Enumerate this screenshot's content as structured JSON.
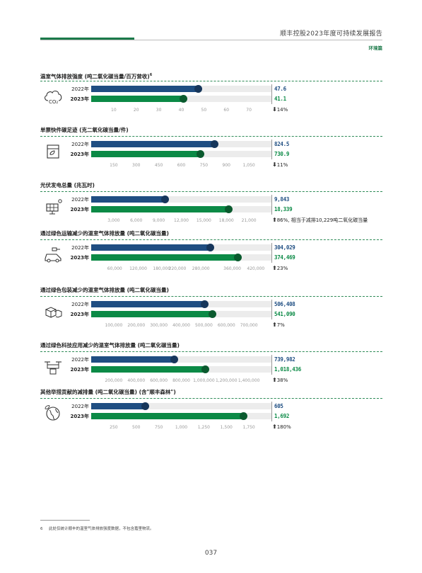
{
  "header": {
    "title": "顺丰控股2023年度可持续发展报告",
    "section": "环境篇"
  },
  "colors": {
    "bar_2022": "#1f4e82",
    "bar_2023": "#0b8a46",
    "accent": "#1c7a4a"
  },
  "chart_data": [
    {
      "type": "bar",
      "title": "温室气体排放强度 (吨二氧化碳当量/百万营收)",
      "title_sup": "6",
      "icon": "cloud-co2-icon",
      "categories": [
        "2022年",
        "2023年"
      ],
      "values": [
        47.6,
        41.1
      ],
      "value_labels": [
        "47.6",
        "41.1"
      ],
      "xlim": [
        0,
        80
      ],
      "ticks": [
        10,
        20,
        30,
        40,
        50,
        60,
        70
      ],
      "tick_labels": [
        "10",
        "20",
        "30",
        "40",
        "50",
        "60",
        "70"
      ],
      "change": "14%",
      "change_dir": "down"
    },
    {
      "type": "bar",
      "title": "单票快件碳足迹 (克二氧化碳当量/件)",
      "icon": "package-icon",
      "categories": [
        "2022年",
        "2023年"
      ],
      "values": [
        824.5,
        730.9
      ],
      "value_labels": [
        "824.5",
        "730.9"
      ],
      "xlim": [
        0,
        1200
      ],
      "ticks": [
        150,
        300,
        450,
        600,
        750,
        900,
        1050
      ],
      "tick_labels": [
        "150",
        "300",
        "450",
        "600",
        "750",
        "900",
        "1,050"
      ],
      "change": "11%",
      "change_dir": "down"
    },
    {
      "type": "bar",
      "title": "光伏发电总量 (兆瓦时)",
      "icon": "solar-panel-icon",
      "categories": [
        "2022年",
        "2023年"
      ],
      "values": [
        9843,
        18339
      ],
      "value_labels": [
        "9,843",
        "18,339"
      ],
      "xlim": [
        0,
        24000
      ],
      "ticks": [
        3000,
        6000,
        9000,
        12000,
        15000,
        18000,
        21000
      ],
      "tick_labels": [
        "3,000",
        "6,000",
        "9,000",
        "12,000",
        "15,000",
        "18,000",
        "21,000"
      ],
      "change": "86%, 相当于减排10,229吨二氧化碳当量",
      "change_dir": "up"
    },
    {
      "type": "bar",
      "title": "通过绿色运输减少的温室气体排放量 (吨二氧化碳当量)",
      "icon": "electric-car-icon",
      "categories": [
        "2022年",
        "2023年"
      ],
      "values": [
        304029,
        374469
      ],
      "value_labels": [
        "304,029",
        "374,469"
      ],
      "xlim": [
        0,
        460000
      ],
      "ticks": [
        60000,
        120000,
        180000,
        220000,
        280000,
        360000,
        420000
      ],
      "tick_labels": [
        "60,000",
        "120,000",
        "180,000",
        "220,000",
        "280,000",
        "360,000",
        "420,000"
      ],
      "change": "23%",
      "change_dir": "up"
    },
    {
      "type": "bar",
      "title": "通过绿色包装减少的温室气体排放量 (吨二氧化碳当量)",
      "icon": "boxes-icon",
      "categories": [
        "2022年",
        "2023年"
      ],
      "values": [
        506408,
        541090
      ],
      "value_labels": [
        "506,408",
        "541,090"
      ],
      "xlim": [
        0,
        800000
      ],
      "ticks": [
        100000,
        200000,
        300000,
        400000,
        500000,
        600000,
        700000
      ],
      "tick_labels": [
        "100,000",
        "200,000",
        "300,000",
        "400,000",
        "500,000",
        "600,000",
        "700,000"
      ],
      "change": "7%",
      "change_dir": "up"
    },
    {
      "type": "bar",
      "title": "通过绿色科技应用减少的温室气体排放量 (吨二氧化碳当量)",
      "icon": "drone-icon",
      "categories": [
        "2022年",
        "2023年"
      ],
      "values": [
        739982,
        1018436
      ],
      "value_labels": [
        "739,982",
        "1,018,436"
      ],
      "xlim": [
        0,
        1600000
      ],
      "ticks": [
        200000,
        400000,
        600000,
        800000,
        1000000,
        1200000,
        1400000
      ],
      "tick_labels": [
        "200,000",
        "400,000",
        "600,000",
        "800,000",
        "1,000,000",
        "1,200,000",
        "1,400,000"
      ],
      "change": "38%",
      "change_dir": "up"
    },
    {
      "type": "bar",
      "title": "其他举措贡献的减排量 (吨二氧化碳当量) (含\"顺丰森林\")",
      "icon": "globe-leaf-icon",
      "categories": [
        "2022年",
        "2023年"
      ],
      "values": [
        605,
        1692
      ],
      "value_labels": [
        "605",
        "1,692"
      ],
      "xlim": [
        0,
        2000
      ],
      "ticks": [
        250,
        500,
        750,
        1000,
        1250,
        1500,
        1750
      ],
      "tick_labels": [
        "250",
        "500",
        "750",
        "1,000",
        "1,250",
        "1,500",
        "1,750"
      ],
      "change": "180%",
      "change_dir": "up"
    }
  ],
  "footnote": {
    "num": "6",
    "text": "此处仅统计顺丰的温室气体排放强度数据，不包含嘉里物流。"
  },
  "page_number": "037"
}
